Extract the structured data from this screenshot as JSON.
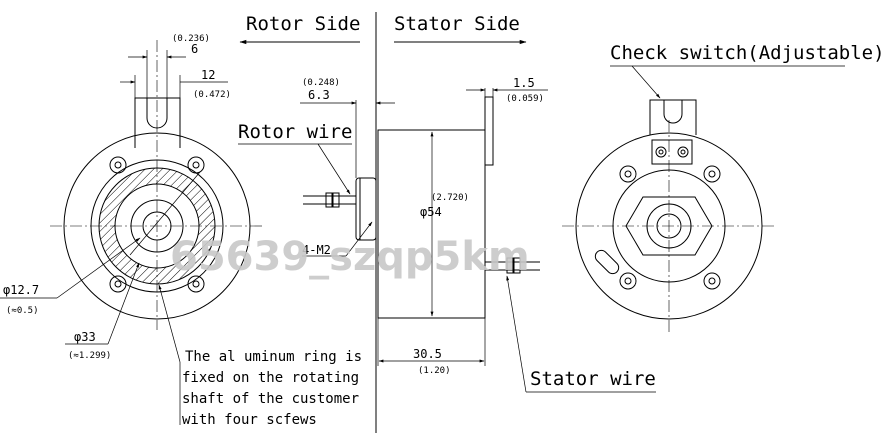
{
  "header": {
    "rotor_side": "Rotor Side",
    "stator_side": "Stator Side"
  },
  "labels": {
    "check_switch": "Check switch(Adjustable)",
    "rotor_wire": "Rotor wire",
    "stator_wire": "Stator wire",
    "screw_note": "4-M2"
  },
  "dimensions": {
    "slot_width_in": "(0.236)",
    "slot_width_mm": "6",
    "tab_width_mm": "12",
    "tab_width_in": "(0.472)",
    "rotor_thickness_in": "(0.248)",
    "rotor_thickness_mm": "6.3",
    "flange_thickness_mm": "1.5",
    "flange_thickness_in": "(0.059)",
    "body_diameter_in": "(2.720)",
    "body_diameter_mm": "φ54",
    "body_length_mm": "30.5",
    "body_length_in": "(1.20)",
    "bore_diameter_mm": "φ12.7",
    "bore_diameter_in": "(≈0.5)",
    "ring_diameter_mm": "φ33",
    "ring_diameter_in": "(≈1.299)"
  },
  "note": {
    "line1": "The al uminum ring is",
    "line2": "fixed on the rotating",
    "line3": "shaft of the customer",
    "line4": "with four scfews"
  },
  "watermark": "65639_szqp5km"
}
